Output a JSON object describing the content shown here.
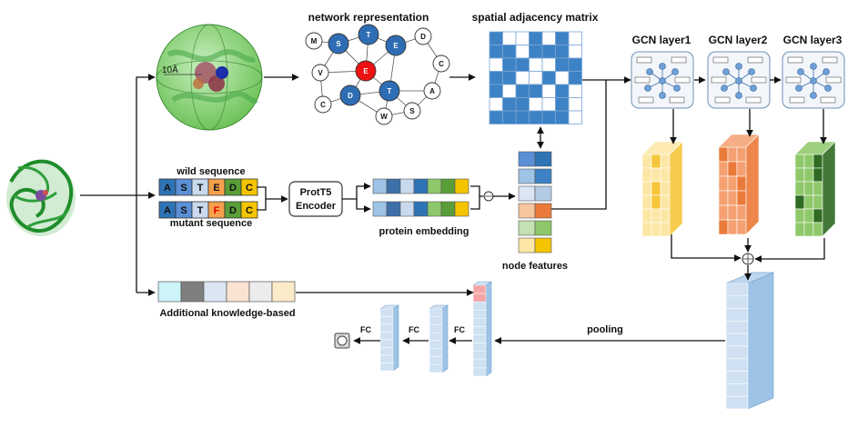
{
  "labels": {
    "network_representation": "network representation",
    "spatial_adjacency_matrix": "spatial adjacency matrix",
    "gcn1": "GCN layer1",
    "gcn2": "GCN layer2",
    "gcn3": "GCN layer3",
    "wild_sequence": "wild sequence",
    "mutant_sequence": "mutant sequence",
    "prott5_line1": "ProtT5",
    "prott5_line2": "Encoder",
    "protein_embedding": "protein embedding",
    "node_features": "node features",
    "additional": "Additional knowledge-based",
    "pooling": "pooling",
    "fc1": "FC",
    "fc2": "FC",
    "fc3": "FC",
    "radius": "10Å"
  },
  "wild_seq": [
    "A",
    "S",
    "T",
    "E",
    "D",
    "C"
  ],
  "mutant_seq": [
    "A",
    "S",
    "T",
    "F",
    "D",
    "C"
  ],
  "seq_colors": [
    "#2e74b5",
    "#5b8fd6",
    "#c9d9ee",
    "#f6a04d",
    "#5a9e3a",
    "#f4c400"
  ],
  "network": {
    "nodes": [
      {
        "id": "M",
        "color": "#ffffff"
      },
      {
        "id": "S",
        "color": "#2e6db4"
      },
      {
        "id": "T",
        "color": "#2e6db4"
      },
      {
        "id": "E",
        "color": "#2e6db4"
      },
      {
        "id": "D",
        "color": "#ffffff"
      },
      {
        "id": "C",
        "color": "#ffffff"
      },
      {
        "id": "V",
        "color": "#ffffff"
      },
      {
        "id": "E",
        "color": "#ee1111"
      },
      {
        "id": "D",
        "color": "#2e6db4"
      },
      {
        "id": "T",
        "color": "#2e6db4"
      },
      {
        "id": "A",
        "color": "#ffffff"
      },
      {
        "id": "C",
        "color": "#ffffff"
      },
      {
        "id": "W",
        "color": "#ffffff"
      },
      {
        "id": "S",
        "color": "#ffffff"
      }
    ]
  },
  "colors": {
    "matrix_fill": "#3d82c4",
    "gcn1_fill": "#fde7a6",
    "gcn2_fill": "#ea7a3a",
    "gcn3_fill": "#8ec86a",
    "pool_fill": "#9dc3e6"
  }
}
